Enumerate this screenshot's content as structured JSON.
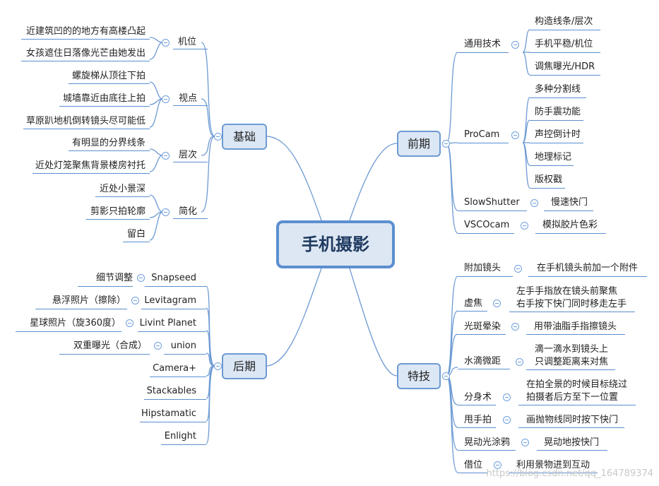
{
  "center": "手机摄影",
  "branches": {
    "jichu": {
      "label": "基础",
      "subs": [
        {
          "label": "机位",
          "leaves": [
            "近建筑凹的的地方有高楼凸起",
            "女孩遮住日落像光芒由她发出"
          ]
        },
        {
          "label": "视点",
          "leaves": [
            "螺旋梯从顶往下拍",
            "城墙靠近由底往上拍",
            "草原趴地机倒转镜头尽可能低"
          ]
        },
        {
          "label": "层次",
          "leaves": [
            "有明显的分界线条",
            "近处灯笼聚焦背景楼房衬托"
          ]
        },
        {
          "label": "简化",
          "leaves": [
            "近处小景深",
            "剪影只拍轮廓",
            "留白"
          ]
        }
      ]
    },
    "houqi": {
      "label": "后期",
      "subs": [
        {
          "label": "Snapseed",
          "leaf": "细节调整"
        },
        {
          "label": "Levitagram",
          "leaf": "悬浮照片（擦除）"
        },
        {
          "label": "Livint Planet",
          "leaf": "星球照片（旋360度）"
        },
        {
          "label": "union",
          "leaf": "双重曝光（合成）"
        },
        {
          "label": "Camera+"
        },
        {
          "label": "Stackables"
        },
        {
          "label": "Hipstamatic"
        },
        {
          "label": "Enlight"
        }
      ]
    },
    "qianqi": {
      "label": "前期",
      "subs": [
        {
          "label": "通用技术",
          "leaves": [
            "构造线条/层次",
            "手机平稳/机位",
            "调焦曝光/HDR"
          ]
        },
        {
          "label": "ProCam",
          "leaves": [
            "多种分割线",
            "防手震功能",
            "声控倒计时",
            "地理标记",
            "版权戳"
          ]
        },
        {
          "label": "SlowShutter",
          "leaves": [
            "慢速快门"
          ]
        },
        {
          "label": "VSCOcam",
          "leaves": [
            "模拟胶片色彩"
          ]
        }
      ]
    },
    "teji": {
      "label": "特技",
      "subs": [
        {
          "label": "附加镜头",
          "leaf": [
            "在手机镜头前加一个附件"
          ]
        },
        {
          "label": "虚焦",
          "leaf": [
            "左手手指放在镜头前聚焦",
            "右手按下快门同时移走左手"
          ]
        },
        {
          "label": "光斑晕染",
          "leaf": [
            "用带油脂手指擦镜头"
          ]
        },
        {
          "label": "水滴微距",
          "leaf": [
            "滴一滴水到镜头上",
            "只调整距离来对焦"
          ]
        },
        {
          "label": "分身术",
          "leaf": [
            "在拍全景的时候目标绕过",
            "拍摄者后方至下一位置"
          ]
        },
        {
          "label": "甩手拍",
          "leaf": [
            "画抛物线同时按下快门"
          ]
        },
        {
          "label": "晃动光涂鸦",
          "leaf": [
            "晃动地按快门"
          ]
        },
        {
          "label": "借位",
          "leaf": [
            "利用景物进到互动"
          ]
        }
      ]
    }
  },
  "watermark": "https://blog.csdn.net/qq_164789374"
}
